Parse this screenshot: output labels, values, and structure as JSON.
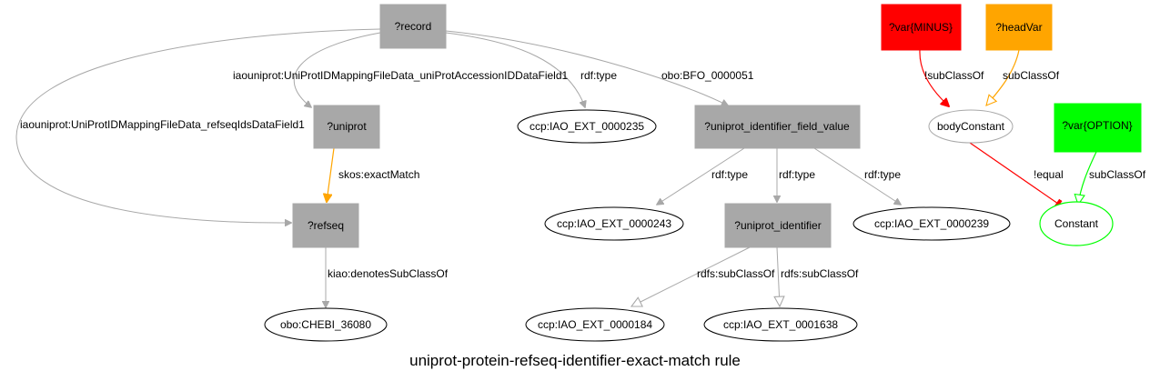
{
  "title": "uniprot-protein-refseq-identifier-exact-match rule",
  "colors": {
    "gray_node": "#a8a8a8",
    "gray_edge": "#a8a8a8",
    "orange": "#ffa500",
    "red": "#ff0000",
    "green": "#00ff00"
  },
  "nodes": {
    "record": "?record",
    "uniprot": "?uniprot",
    "refseq": "?refseq",
    "chebi": "obo:CHEBI_36080",
    "iao235": "ccp:IAO_EXT_0000235",
    "fieldvalue": "?uniprot_identifier_field_value",
    "iao243": "ccp:IAO_EXT_0000243",
    "identifier": "?uniprot_identifier",
    "iao239": "ccp:IAO_EXT_0000239",
    "iao184": "ccp:IAO_EXT_0000184",
    "iao1638": "ccp:IAO_EXT_0001638",
    "varminus": "?var{MINUS}",
    "headvar": "?headVar",
    "bodyconstant": "bodyConstant",
    "varoption": "?var{OPTION}",
    "constant": "Constant"
  },
  "edge_labels": {
    "accession": "iaouniprot:UniProtIDMappingFileData_uniProtAccessionIDDataField1",
    "refseqids": "iaouniprot:UniProtIDMappingFileData_refseqIdsDataField1",
    "rdftype": "rdf:type",
    "bfo": "obo:BFO_0000051",
    "exactmatch": "skos:exactMatch",
    "denotes": "kiao:denotesSubClassOf",
    "rdfs_subclassof": "rdfs:subClassOf",
    "not_subclassof": "!subClassOf",
    "subclassof": "subClassOf",
    "not_equal": "!equal"
  }
}
